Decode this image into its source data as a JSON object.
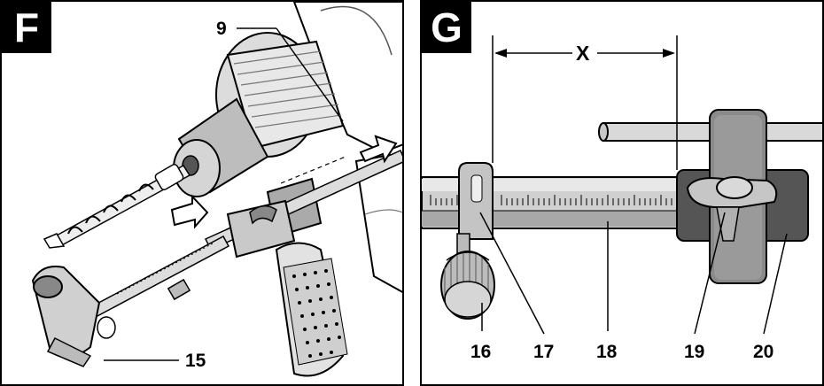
{
  "panel_f": {
    "letter": "F",
    "callouts": {
      "c9": "9",
      "c15": "15"
    }
  },
  "panel_g": {
    "letter": "G",
    "dimension_label": "X",
    "callouts": {
      "c16": "16",
      "c17": "17",
      "c18": "18",
      "c19": "19",
      "c20": "20"
    }
  }
}
